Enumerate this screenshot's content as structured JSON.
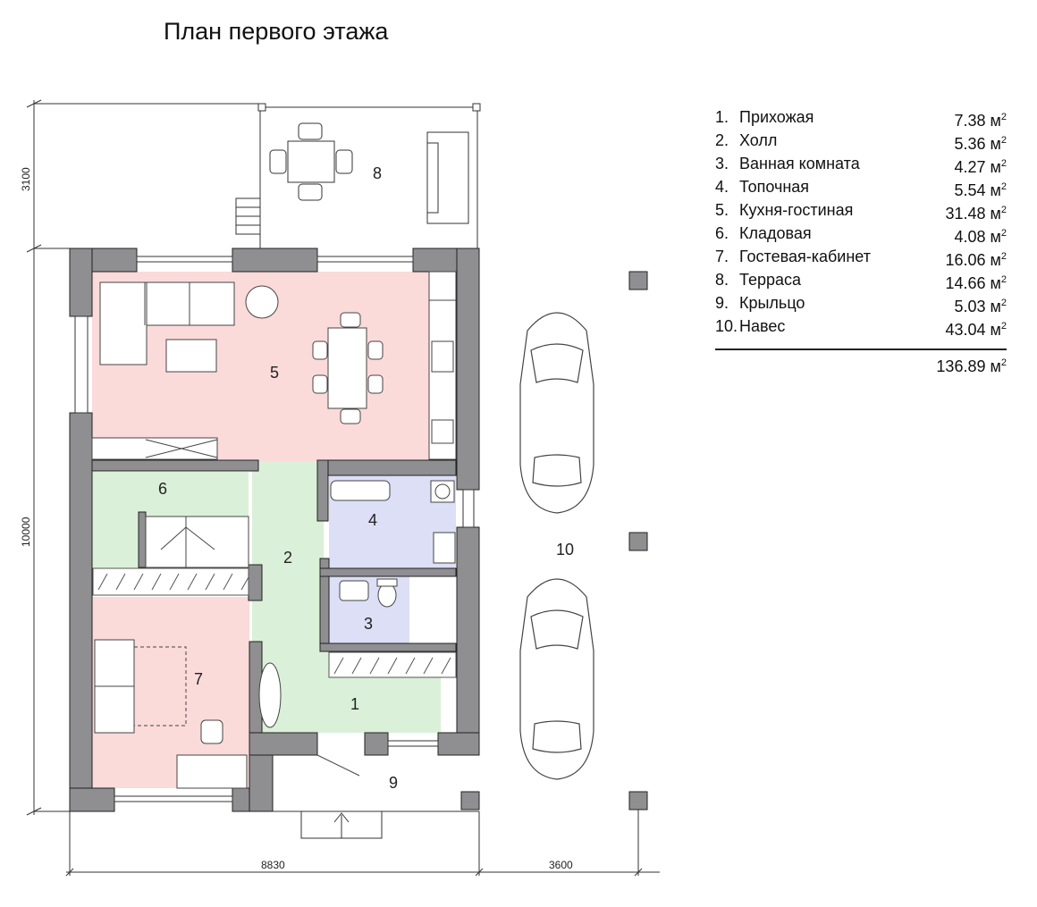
{
  "title": "План первого этажа",
  "dimensions": {
    "left_top": "3100",
    "left_main": "10000",
    "bottom_house": "8830",
    "bottom_carport": "3600"
  },
  "room_labels": [
    "1",
    "2",
    "3",
    "4",
    "5",
    "6",
    "7",
    "8",
    "9",
    "10"
  ],
  "legend": {
    "unit": "м",
    "unit_power": "2",
    "items": [
      {
        "index": "1.",
        "name": "Прихожая",
        "area": "7.38"
      },
      {
        "index": "2.",
        "name": "Холл",
        "area": "5.36"
      },
      {
        "index": "3.",
        "name": "Ванная комната",
        "area": "4.27"
      },
      {
        "index": "4.",
        "name": "Топочная",
        "area": "5.54"
      },
      {
        "index": "5.",
        "name": "Кухня-гостиная",
        "area": "31.48"
      },
      {
        "index": "6.",
        "name": "Кладовая",
        "area": "4.08"
      },
      {
        "index": "7.",
        "name": "Гостевая-кабинет",
        "area": "16.06"
      },
      {
        "index": "8.",
        "name": "Терраса",
        "area": "14.66"
      },
      {
        "index": "9.",
        "name": "Крыльцо",
        "area": "5.03"
      },
      {
        "index": "10.",
        "name": "Навес",
        "area": "43.04"
      }
    ],
    "total": "136.89"
  },
  "colors": {
    "wall": "#8f8f91",
    "room_pink": "#fbdada",
    "room_green": "#dbf0d8",
    "room_blue": "#dcdff5",
    "line": "#333333"
  }
}
